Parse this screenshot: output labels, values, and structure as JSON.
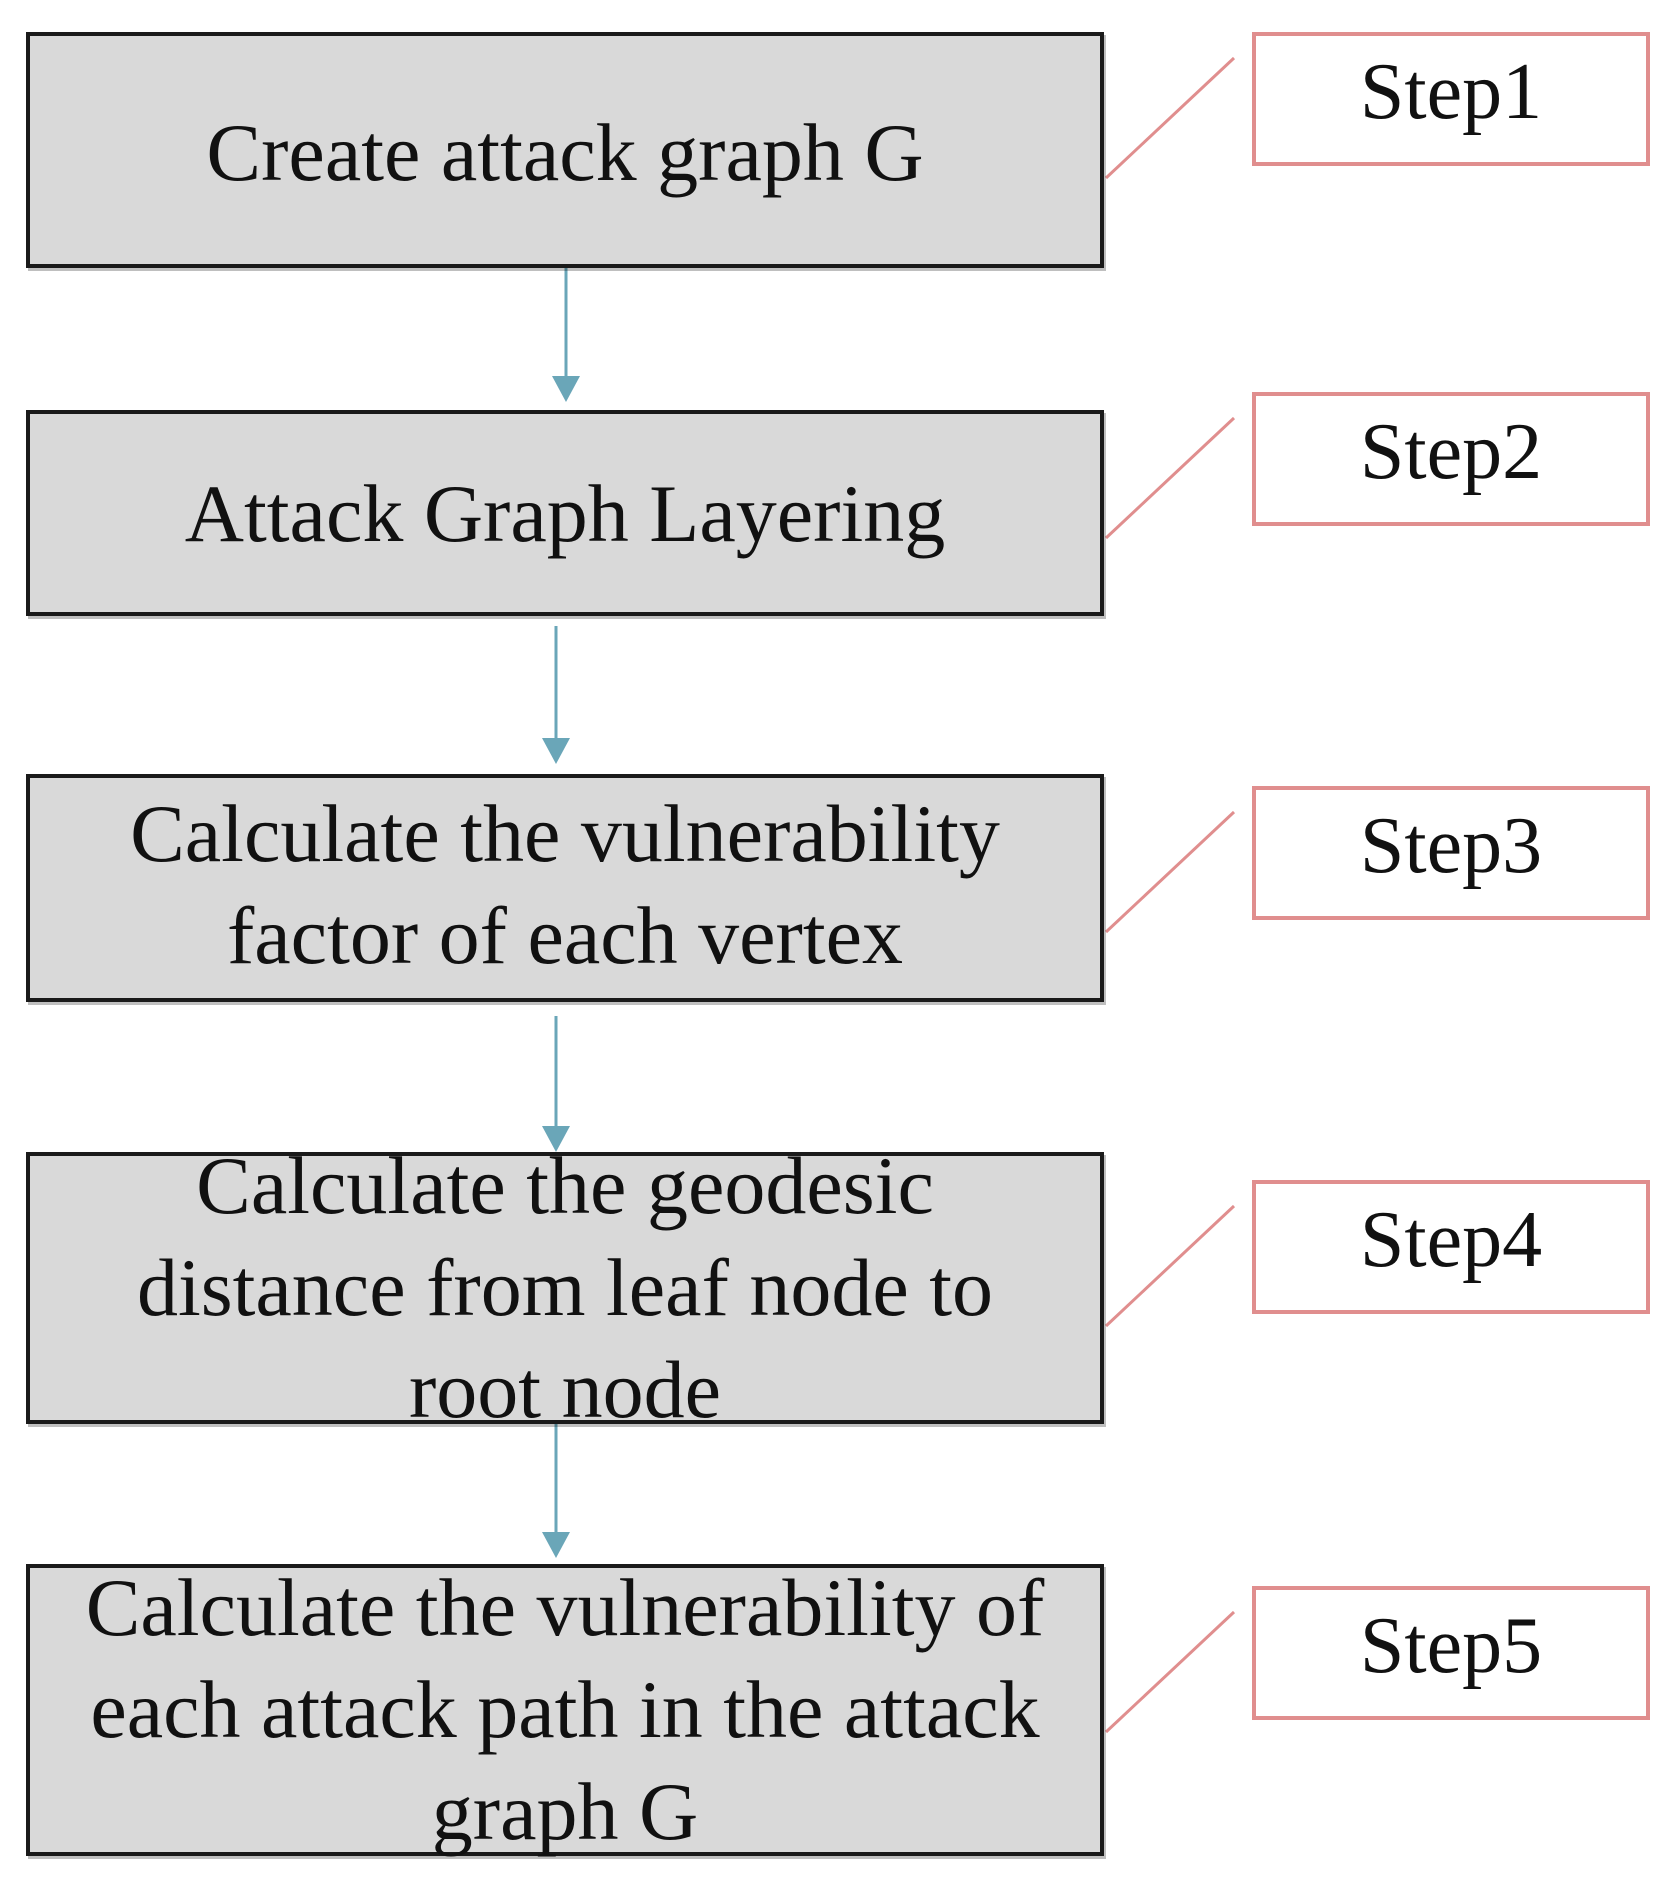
{
  "process_steps": [
    {
      "text": "Create attack graph G"
    },
    {
      "text": "Attack Graph Layering"
    },
    {
      "text": "Calculate the vulnerability\nfactor of each vertex"
    },
    {
      "text": "Calculate the geodesic\ndistance from leaf node to\nroot node"
    },
    {
      "text": "Calculate the vulnerability of\neach attack path in the attack\ngraph G"
    }
  ],
  "step_labels": [
    "Step1",
    "Step2",
    "Step3",
    "Step4",
    "Step5"
  ],
  "colors": {
    "process_fill": "#d9d9d9",
    "process_border": "#1a1a1a",
    "step_border": "#e08e8e",
    "arrow": "#6aa6b8",
    "connector_line": "#e08e8e"
  }
}
